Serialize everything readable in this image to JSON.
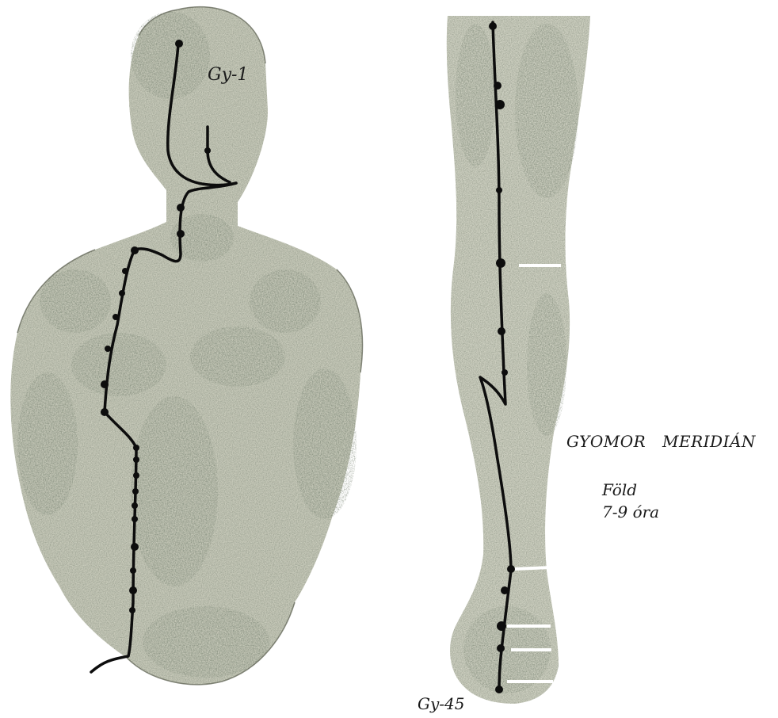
{
  "labels": {
    "start_point": "Gy-1",
    "end_point": "Gy-45",
    "title": "GYOMOR MERIDIÁN",
    "element": "Föld",
    "hours": "7-9 óra"
  },
  "colors": {
    "meridian_line": "#0d0d0d",
    "skin_shade": "#7f8470",
    "skin_dark": "#3f4a3a",
    "skin_light": "#d9d9cc",
    "background": "#ffffff"
  },
  "icons": [
    "human-torso-illustration",
    "human-leg-illustration"
  ]
}
